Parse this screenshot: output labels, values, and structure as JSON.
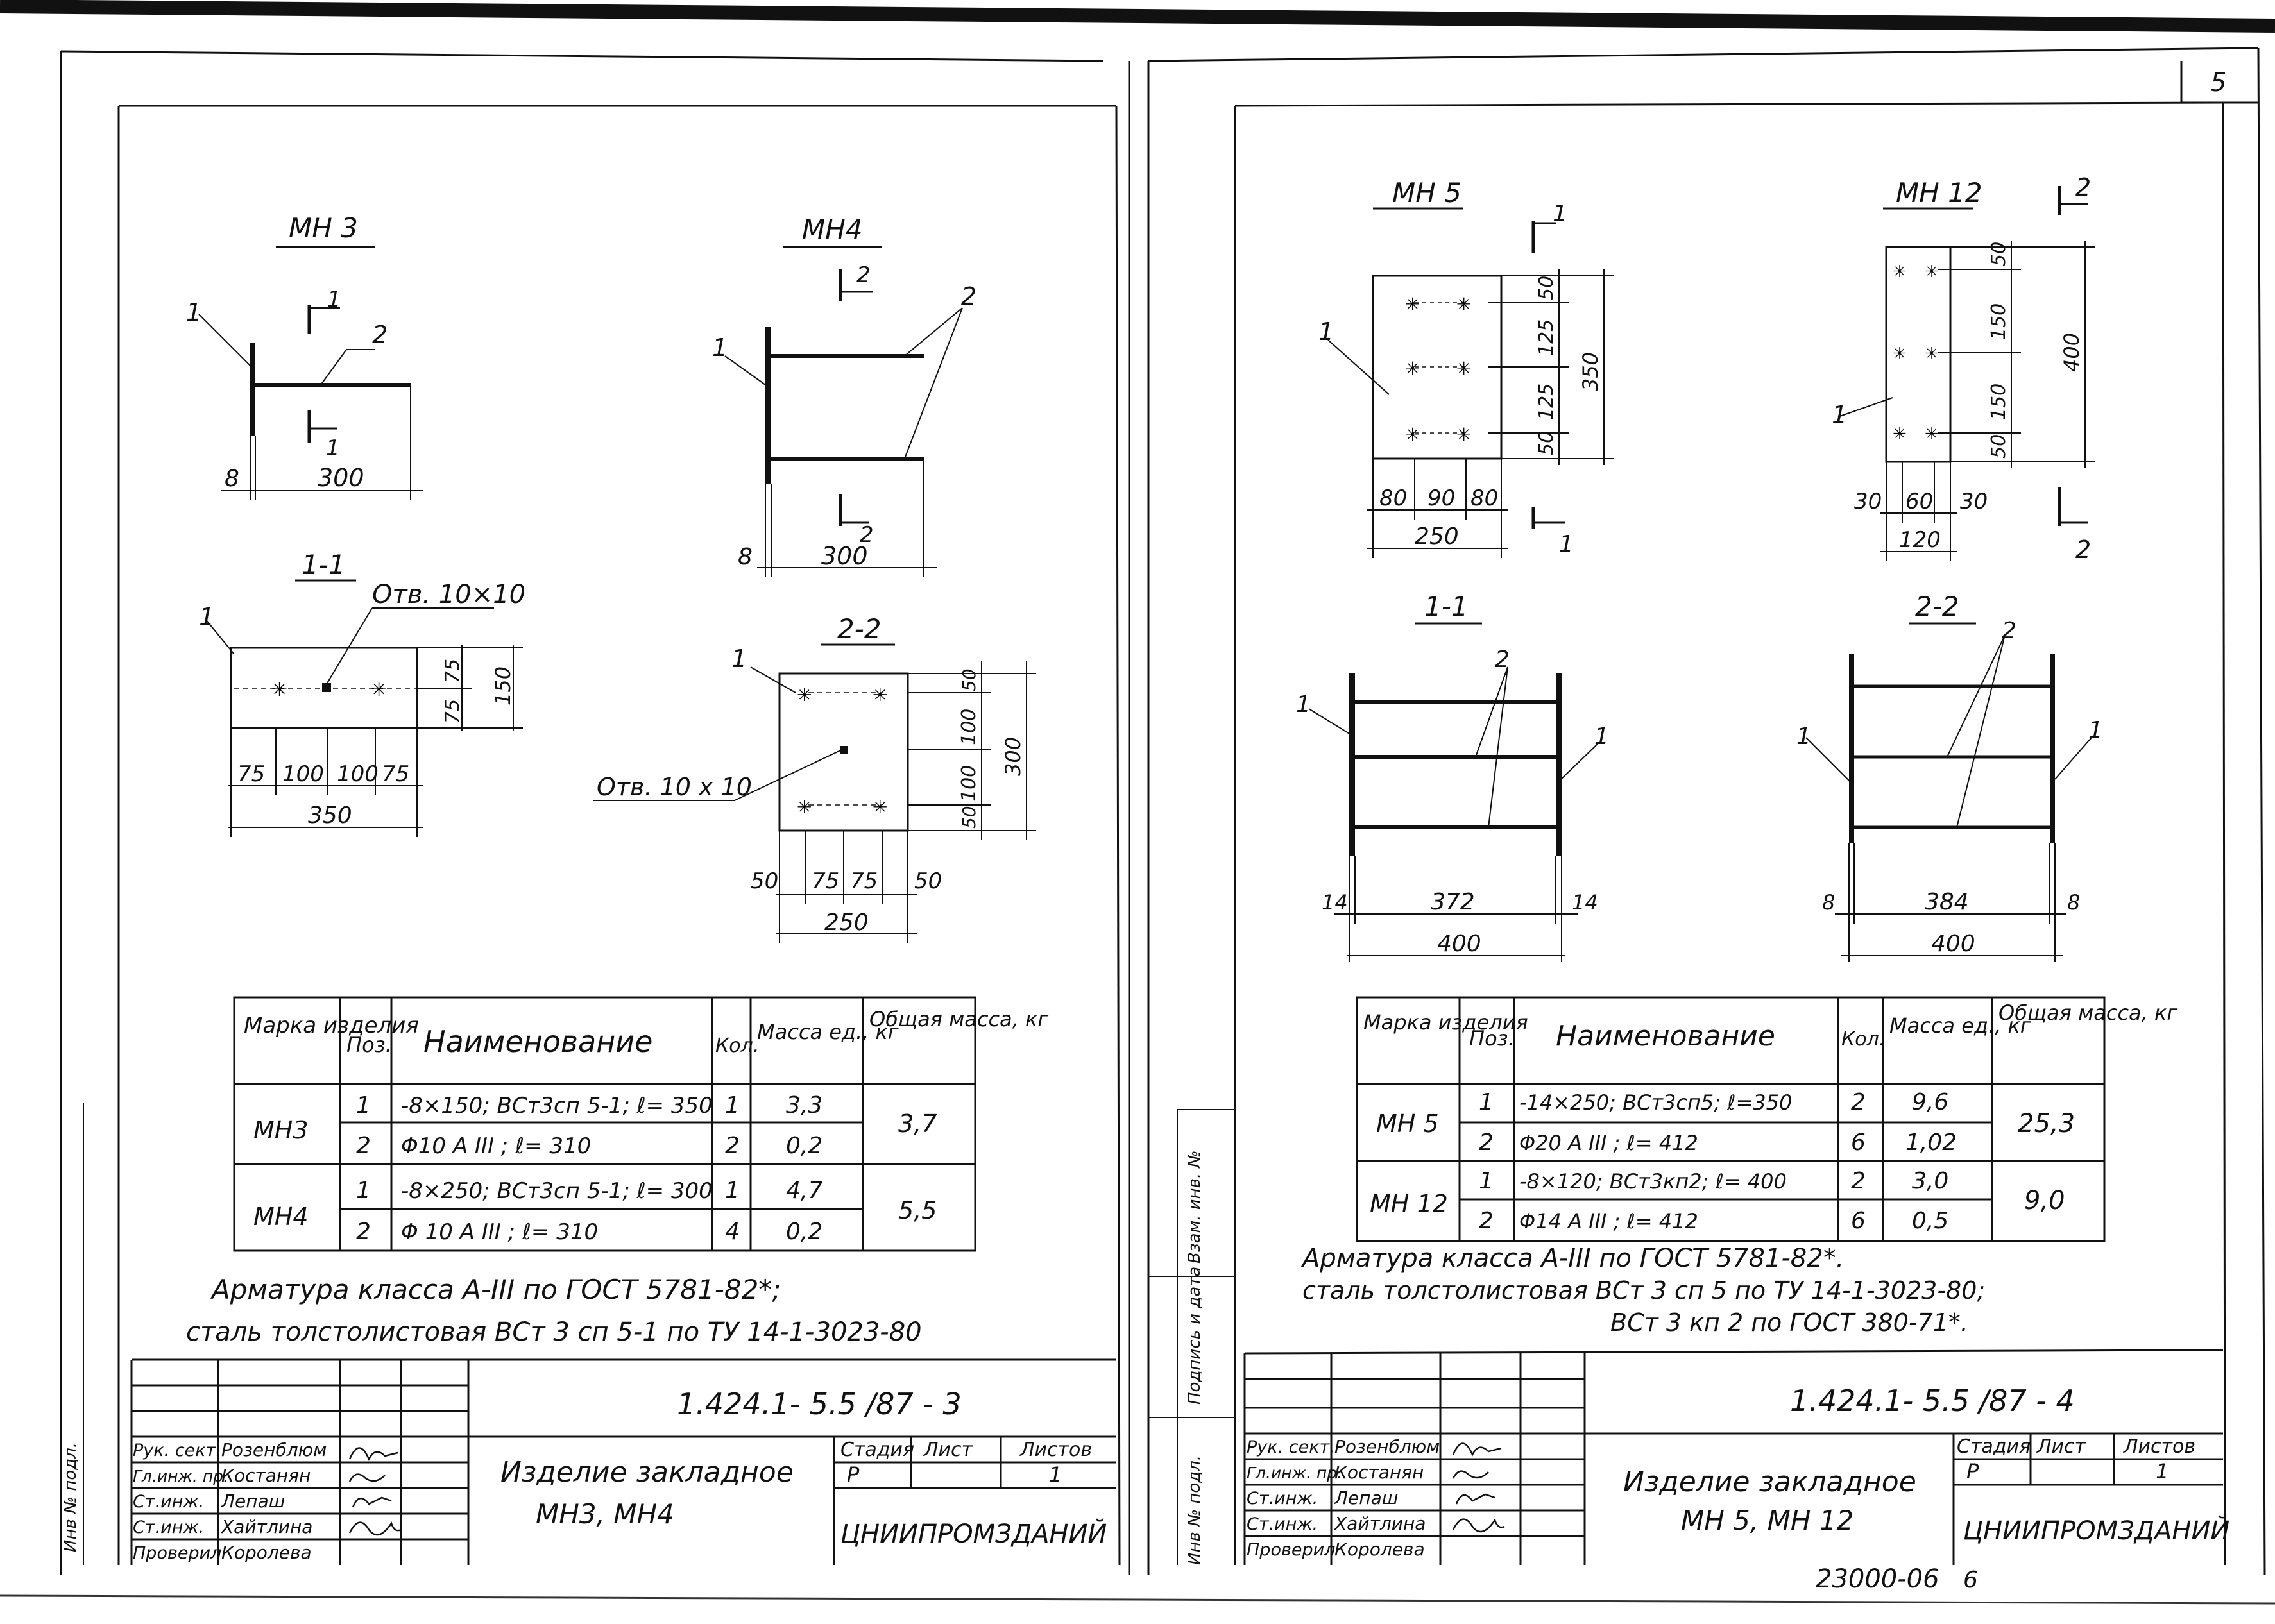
{
  "sheet": {
    "number": "5",
    "archive": "23000-06",
    "copy": "6"
  },
  "side_stamp": {
    "inv_orig": "Инв № подл.",
    "sign_date": "Подпись и дата",
    "inv_dup": "Взам. инв. №"
  },
  "left": {
    "views": {
      "mn3": "МН 3",
      "mn4": "МН4",
      "sec11": "1-1",
      "sec22": "2-2",
      "otv1": "Отв. 10×10",
      "otv2": "Отв. 10 х 10"
    },
    "dims": {
      "mn3_8": "8",
      "mn3_300": "300",
      "mn4_8": "8",
      "mn4_300": "300",
      "s1_75a": "75",
      "s1_100a": "100",
      "s1_100b": "100",
      "s1_75b": "75",
      "s1_350": "350",
      "s1_75c": "75",
      "s1_75d": "75",
      "s1_150": "150",
      "s2_50a": "50",
      "s2_75a": "75",
      "s2_75b": "75",
      "s2_50b": "50",
      "s2_250": "250",
      "s2_50c": "50",
      "s2_100a": "100",
      "s2_100b": "100",
      "s2_50d": "50",
      "s2_300": "300"
    },
    "marks": {
      "p1": "1",
      "p2": "2",
      "c1": "1",
      "c2": "2"
    },
    "table": {
      "headers": [
        "Марка изделия",
        "Поз.",
        "Наименование",
        "Кол.",
        "Масса ед., кг",
        "Общая масса, кг"
      ],
      "rows": [
        {
          "mark": "МН3",
          "pos": "1",
          "name": "-8×150; ВСт3сп 5-1; ℓ= 350",
          "qty": "1",
          "mass": "3,3",
          "total": "3,7"
        },
        {
          "mark": "",
          "pos": "2",
          "name": "Φ10 А III ;   ℓ= 310",
          "qty": "2",
          "mass": "0,2",
          "total": ""
        },
        {
          "mark": "МН4",
          "pos": "1",
          "name": "-8×250; ВСт3сп 5-1; ℓ= 300",
          "qty": "1",
          "mass": "4,7",
          "total": "5,5"
        },
        {
          "mark": "",
          "pos": "2",
          "name": "Φ 10 А III ;   ℓ= 310",
          "qty": "4",
          "mass": "0,2",
          "total": ""
        }
      ]
    },
    "notes": [
      "Арматура класса А-III по ГОСТ 5781-82*;",
      "сталь толстолистовая ВСт 3 сп 5-1 по ТУ 14-1-3023-80"
    ],
    "stamp": {
      "code": "1.424.1- 5.5 /87 - 3",
      "title1": "Изделие закладное",
      "title2": "МН3, МН4",
      "stage_h": "Стадия",
      "sheet_h": "Лист",
      "sheets_h": "Листов",
      "stage": "Р",
      "sheet": "1",
      "org": "ЦНИИПРОМЗДАНИЙ",
      "people": [
        {
          "role": "Рук. сект.",
          "name": "Розенблюм"
        },
        {
          "role": "Гл.инж. пр.",
          "name": "Костанян"
        },
        {
          "role": "Ст.инж.",
          "name": "Лепаш"
        },
        {
          "role": "Ст.инж.",
          "name": "Хайтлина"
        },
        {
          "role": "Проверил",
          "name": "Королева"
        }
      ]
    }
  },
  "right": {
    "views": {
      "mn5": "МН 5",
      "mn12": "МН 12",
      "sec11": "1-1",
      "sec22": "2-2"
    },
    "dims": {
      "m5_80a": "80",
      "m5_90": "90",
      "m5_80b": "80",
      "m5_250": "250",
      "m5_50a": "50",
      "m5_125a": "125",
      "m5_125b": "125",
      "m5_50b": "50",
      "m5_350": "350",
      "m12_30a": "30",
      "m12_60": "60",
      "m12_30b": "30",
      "m12_120": "120",
      "m12_50a": "50",
      "m12_150a": "150",
      "m12_150b": "150",
      "m12_50b": "50",
      "m12_400": "400",
      "s1_14a": "14",
      "s1_372": "372",
      "s1_14b": "14",
      "s1_400": "400",
      "s2_8a": "8",
      "s2_384": "384",
      "s2_8b": "8",
      "s2_400": "400"
    },
    "marks": {
      "c1": "1",
      "c2": "2"
    },
    "table": {
      "headers": [
        "Марка изделия",
        "Поз.",
        "Наименование",
        "Кол.",
        "Масса ед., кг",
        "Общая масса, кг"
      ],
      "rows": [
        {
          "mark": "МН 5",
          "pos": "1",
          "name": "-14×250; ВСт3сп5; ℓ=350",
          "qty": "2",
          "mass": "9,6",
          "total": "25,3"
        },
        {
          "mark": "",
          "pos": "2",
          "name": "Φ20 А III ;  ℓ= 412",
          "qty": "6",
          "mass": "1,02",
          "total": ""
        },
        {
          "mark": "МН 12",
          "pos": "1",
          "name": "-8×120; ВСт3кп2; ℓ= 400",
          "qty": "2",
          "mass": "3,0",
          "total": "9,0"
        },
        {
          "mark": "",
          "pos": "2",
          "name": "Φ14 А III ;  ℓ= 412",
          "qty": "6",
          "mass": "0,5",
          "total": ""
        }
      ]
    },
    "notes": [
      "Арматура класса А-III по ГОСТ 5781-82*.",
      "сталь толстолистовая ВСт 3 сп 5 по ТУ 14-1-3023-80;",
      "ВСт 3 кп 2 по ГОСТ 380-71*."
    ],
    "stamp": {
      "code": "1.424.1- 5.5 /87 - 4",
      "title1": "Изделие закладное",
      "title2": "МН 5,   МН 12",
      "stage_h": "Стадия",
      "sheet_h": "Лист",
      "sheets_h": "Листов",
      "stage": "Р",
      "sheet": "1",
      "org": "ЦНИИПРОМЗДАНИЙ",
      "people": [
        {
          "role": "Рук. сект.",
          "name": "Розенблюм"
        },
        {
          "role": "Гл.инж. пр.",
          "name": "Костанян"
        },
        {
          "role": "Ст.инж.",
          "name": "Лепаш"
        },
        {
          "role": "Ст.инж.",
          "name": "Хайтлина"
        },
        {
          "role": "Проверил",
          "name": "Королева"
        }
      ]
    }
  }
}
